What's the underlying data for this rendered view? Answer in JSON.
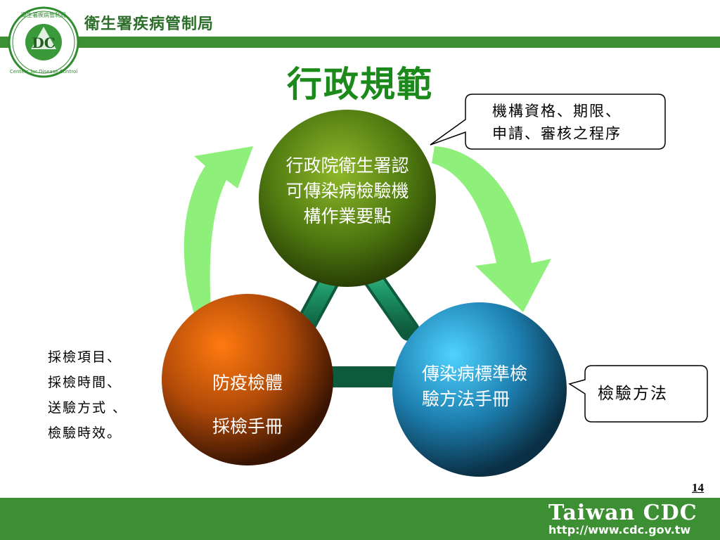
{
  "header": {
    "org_name": "衛生署疾病管制局",
    "logo_ring_top": "衛生署疾病管制局",
    "logo_ring_bottom": "Centers for Disease Control",
    "logo_letters": "DC"
  },
  "slide": {
    "title": "行政規範",
    "page_number": "14"
  },
  "circles": {
    "top": {
      "lines": [
        "行政院衛生署認",
        "可傳染病檢驗機",
        "構作業要點"
      ],
      "color": "#4f7a10"
    },
    "left": {
      "lines": [
        "防疫檢體",
        "採檢手冊"
      ],
      "color": "#b04a08"
    },
    "right": {
      "lines": [
        "傳染病標準檢",
        "驗方法手冊"
      ],
      "color": "#1d7fb0"
    }
  },
  "callouts": {
    "top_right": {
      "lines": [
        "機構資格、期限、",
        "申請、審核之程序"
      ]
    },
    "right": {
      "lines": [
        "檢驗方法"
      ]
    }
  },
  "left_note": {
    "lines": [
      "採檢項目、",
      "採檢時間、",
      "送驗方式 、",
      "檢驗時效。"
    ]
  },
  "footer": {
    "brand": "Taiwan CDC",
    "url": "http://www.cdc.gov.tw"
  }
}
